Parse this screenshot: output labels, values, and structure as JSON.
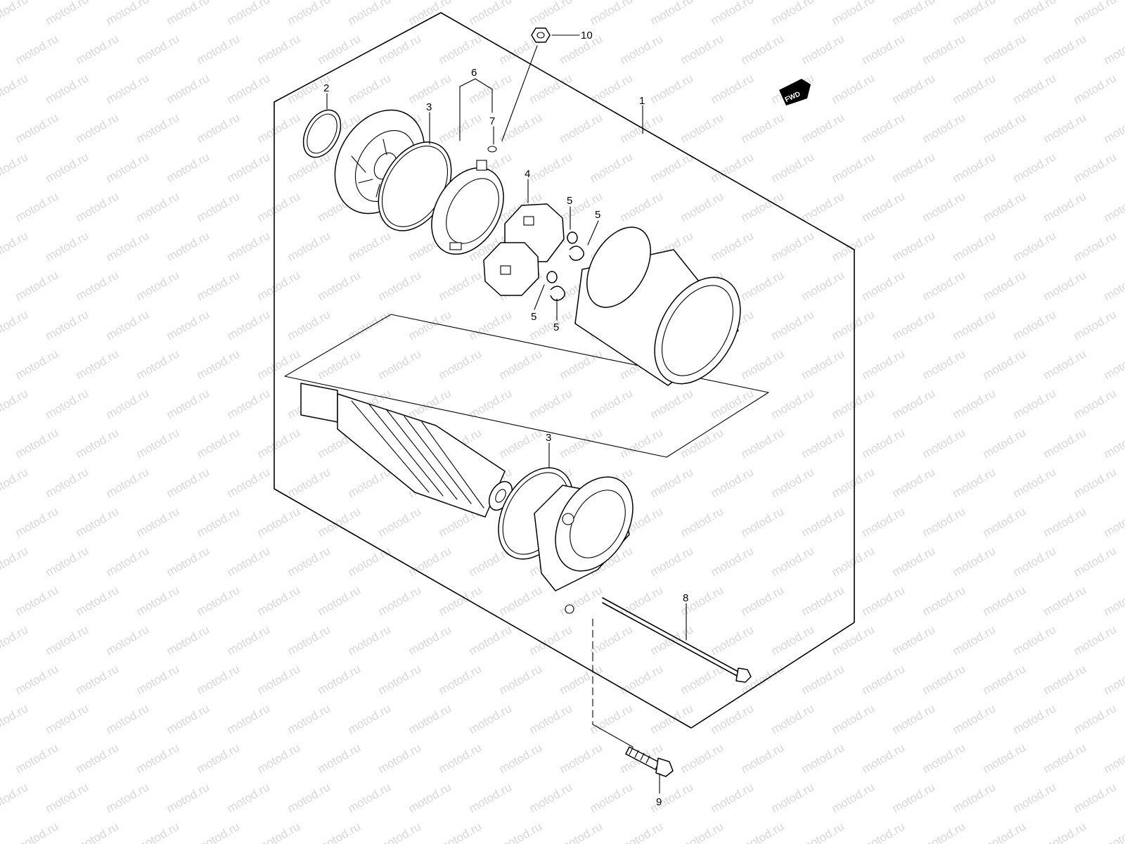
{
  "watermark": "motod.ru",
  "direction_badge": {
    "text": "FWD",
    "icon": "forward-arrow-icon"
  },
  "callouts": {
    "c1": "1",
    "c2": "2",
    "c3a": "3",
    "c3b": "3",
    "c4": "4",
    "c5a": "5",
    "c5b": "5",
    "c5c": "5",
    "c5d": "5",
    "c6": "6",
    "c7": "7",
    "c8": "8",
    "c9": "9",
    "c10": "10"
  },
  "colors": {
    "line": "#000000",
    "background": "#ffffff",
    "watermark": "#d8d8d8"
  }
}
